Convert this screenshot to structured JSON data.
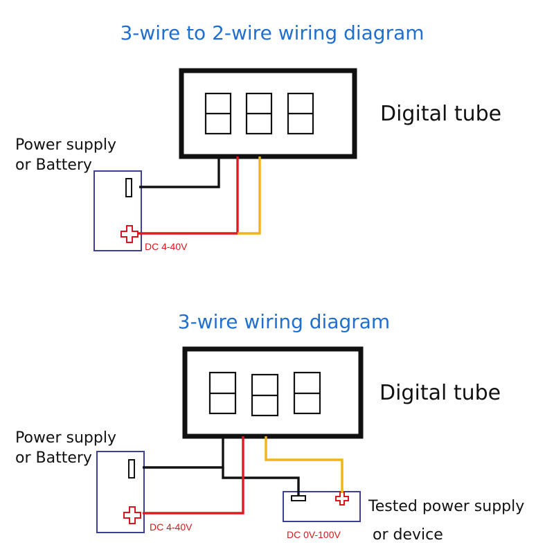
{
  "colors": {
    "title": "#1f6fd0",
    "wire_black": "#111111",
    "wire_red": "#e0191f",
    "wire_yellow": "#f2b21b",
    "label_red": "#d8161c",
    "source_box_border": "#3b3f96"
  },
  "top_diagram": {
    "title": "3-wire to 2-wire wiring diagram",
    "tube_label": "Digital tube",
    "source_label_line1": "Power supply",
    "source_label_line2": "or Battery",
    "voltage_label": "DC 4-40V",
    "digits_shown": 3
  },
  "bottom_diagram": {
    "title": "3-wire wiring diagram",
    "tube_label": "Digital tube",
    "source_label_line1": "Power supply",
    "source_label_line2": "or Battery",
    "voltage_label": "DC 4-40V",
    "tested_label_line1": "Tested power supply",
    "tested_label_line2": "or device",
    "tested_voltage_label": "DC 0V-100V",
    "digits_shown": 3
  }
}
